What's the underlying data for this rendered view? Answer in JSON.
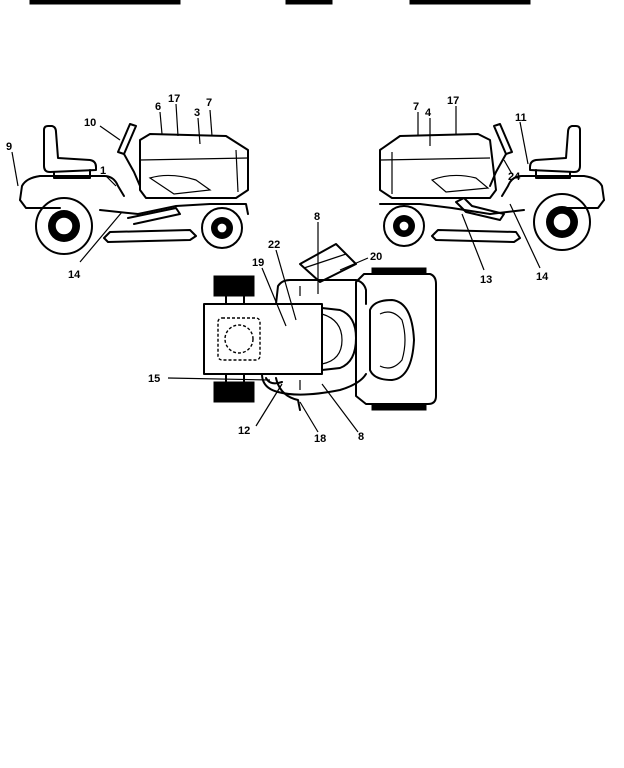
{
  "header": {
    "left_text": "",
    "middle_text": "",
    "right_text": ""
  },
  "labels": {
    "left_tractor": [
      "9",
      "10",
      "1",
      "6",
      "17",
      "3",
      "7",
      "14"
    ],
    "right_tractor": [
      "7",
      "4",
      "17",
      "11",
      "24",
      "13",
      "14"
    ],
    "top_view": [
      "8",
      "22",
      "20",
      "19",
      "15",
      "12",
      "18",
      "8"
    ]
  }
}
